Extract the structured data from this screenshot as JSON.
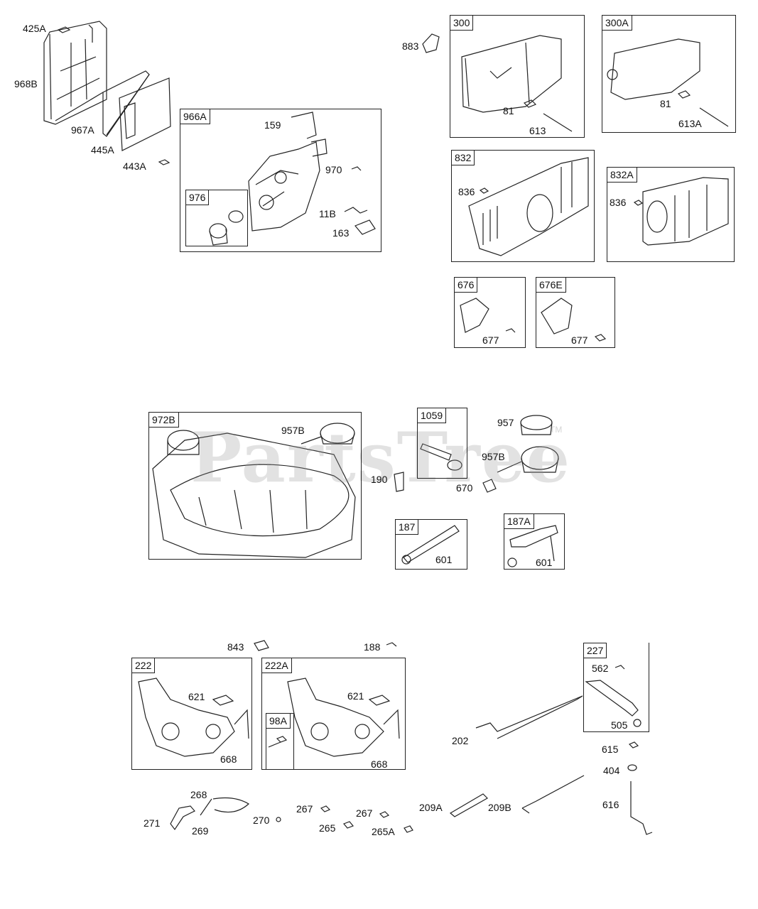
{
  "watermark": {
    "text": "PartsTree",
    "mark": "TM"
  },
  "boxes": {
    "b966A": "966A",
    "b976": "976",
    "b300": "300",
    "b300A": "300A",
    "b832": "832",
    "b832A": "832A",
    "b676": "676",
    "b676E": "676E",
    "b972B": "972B",
    "b1059": "1059",
    "b187": "187",
    "b187A": "187A",
    "b222": "222",
    "b222A": "222A",
    "b98A": "98A",
    "b227": "227"
  },
  "labels": {
    "l425A": "425A",
    "l968B": "968B",
    "l967A": "967A",
    "l445A": "445A",
    "l443A": "443A",
    "l159": "159",
    "l970": "970",
    "l11B": "11B",
    "l163": "163",
    "l883": "883",
    "l81a": "81",
    "l613": "613",
    "l81b": "81",
    "l613A": "613A",
    "l836a": "836",
    "l836b": "836",
    "l677a": "677",
    "l677b": "677",
    "l957Ba": "957B",
    "l957": "957",
    "l957Bb": "957B",
    "l190": "190",
    "l670": "670",
    "l601a": "601",
    "l601b": "601",
    "l843": "843",
    "l188": "188",
    "l621a": "621",
    "l621b": "621",
    "l668a": "668",
    "l668b": "668",
    "l562": "562",
    "l505": "505",
    "l202": "202",
    "l615": "615",
    "l404": "404",
    "l616": "616",
    "l268": "268",
    "l271": "271",
    "l269": "269",
    "l270": "270",
    "l267a": "267",
    "l267b": "267",
    "l265": "265",
    "l265A": "265A",
    "l209A": "209A",
    "l209B": "209B"
  },
  "colors": {
    "line": "#222222",
    "watermark": "#969696",
    "background": "#ffffff"
  }
}
